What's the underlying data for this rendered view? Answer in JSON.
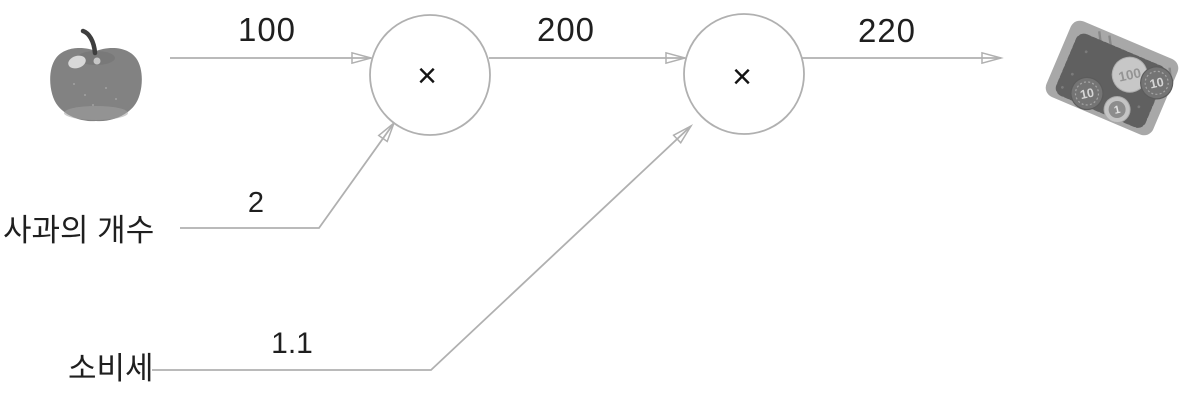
{
  "colors": {
    "background": "#ffffff",
    "line": "#b0b0b0",
    "text": "#1f1f1f",
    "operator": "#141414"
  },
  "graph": {
    "edges": {
      "apple_to_mul1": "100",
      "mul1_to_mul2": "200",
      "mul2_to_money": "220",
      "count_to_mul1": "2",
      "tax_to_mul2": "1.1"
    },
    "operators": {
      "mul1": "×",
      "mul2": "×"
    },
    "inputs": {
      "apple_count": "사과의 개수",
      "consumption_tax": "소비세"
    },
    "icons": {
      "start": "apple-icon",
      "end": "money-tray-icon"
    }
  },
  "money_tray": {
    "coins": {
      "c100": "100",
      "c10a": "10",
      "c10b": "10",
      "c1": "1"
    }
  }
}
